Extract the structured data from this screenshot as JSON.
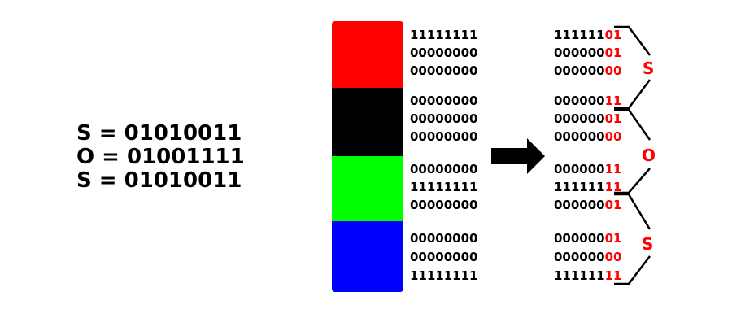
{
  "legend": [
    "S = 01010011",
    "O = 01001111",
    "S = 01010011"
  ],
  "colors": {
    "red": "#ff0000",
    "black": "#000000",
    "green": "#00ff00",
    "blue": "#0000ff",
    "highlight": "#ff0000",
    "text": "#000000"
  },
  "original_bytes": [
    [
      "11111111",
      "00000000",
      "00000000"
    ],
    [
      "00000000",
      "00000000",
      "00000000"
    ],
    [
      "00000000",
      "11111111",
      "00000000"
    ],
    [
      "00000000",
      "00000000",
      "11111111"
    ]
  ],
  "encoded_bytes": [
    [
      {
        "high": "111111",
        "low": "01"
      },
      {
        "high": "000000",
        "low": "01"
      },
      {
        "high": "000000",
        "low": "00"
      }
    ],
    [
      {
        "high": "000000",
        "low": "11"
      },
      {
        "high": "000000",
        "low": "01"
      },
      {
        "high": "000000",
        "low": "00"
      }
    ],
    [
      {
        "high": "000000",
        "low": "11"
      },
      {
        "high": "111111",
        "low": "11"
      },
      {
        "high": "000000",
        "low": "01"
      }
    ],
    [
      {
        "high": "000000",
        "low": "01"
      },
      {
        "high": "000000",
        "low": "00"
      },
      {
        "high": "111111",
        "low": "11"
      }
    ]
  ],
  "decoded_letters": [
    "S",
    "O",
    "S"
  ],
  "icons": {
    "transform_arrow": "right-arrow-icon",
    "bracket": "bracket-icon"
  }
}
